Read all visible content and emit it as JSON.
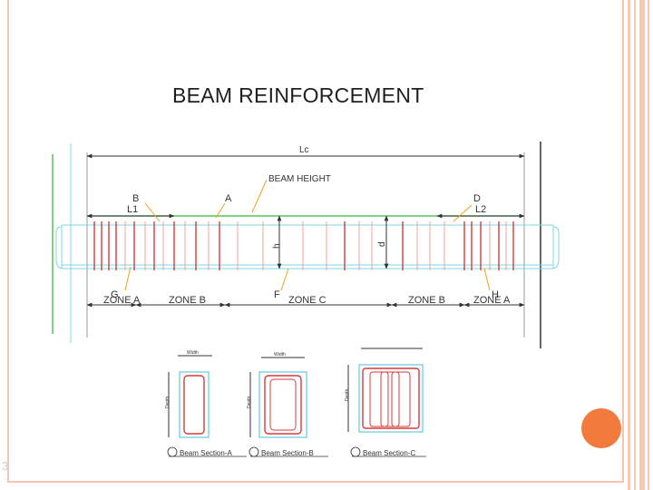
{
  "slide": {
    "title": "BEAM REINFORCEMENT",
    "page_mark": "3"
  },
  "colors": {
    "title_text": "#1f1f1f",
    "border": "#f4c4b0",
    "accent_circle": "#f27a3c",
    "rebar": "#d83a3a",
    "stirrup_light": "#f1a0a0",
    "beam_top": "#5cc05c",
    "beam_outline": "#7fd7e6",
    "dimension": "#333333"
  },
  "elevation": {
    "length_label": "Lc",
    "beam_height_label": "BEAM HEIGHT",
    "h_label": "h",
    "d_label": "d",
    "point_a": "A",
    "point_b": "B",
    "point_d": "D",
    "point_f": "F",
    "point_g": "G",
    "point_h": "H",
    "l1": "L1",
    "l2": "L2",
    "zones": [
      "ZONE A",
      "ZONE B",
      "ZONE C",
      "ZONE B",
      "ZONE A"
    ]
  },
  "sections": [
    {
      "label": "Beam Section-A",
      "width_label": "Width",
      "depth_label": "Depth"
    },
    {
      "label": "Beam Section-B",
      "width_label": "Width",
      "depth_label": "Depth"
    },
    {
      "label": "Beam Section-C",
      "width_label": "",
      "depth_label": "Depth"
    }
  ]
}
